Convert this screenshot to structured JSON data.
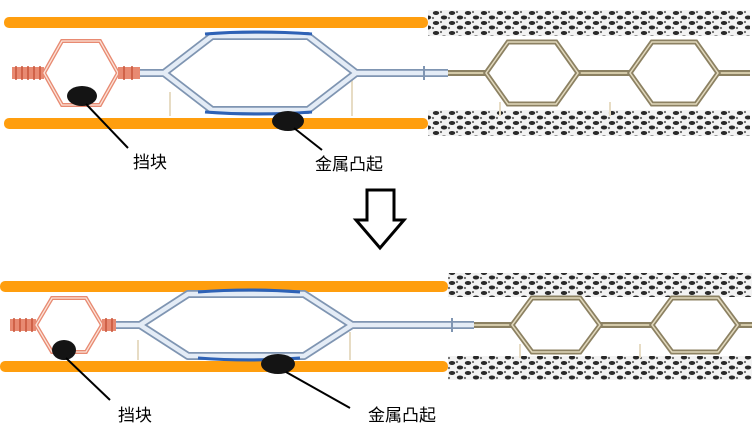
{
  "panels": [
    {
      "id": "before",
      "labels": {
        "block": "挡块",
        "bump": "金属凸起"
      }
    },
    {
      "id": "after",
      "labels": {
        "block": "挡块",
        "bump": "金属凸起"
      }
    }
  ],
  "arrow": {
    "direction": "down",
    "shape": "hollow-arrow-icon"
  },
  "colors": {
    "rail": "#ff9e0e",
    "tube_fill": "#dfe8f3",
    "tube_edge": "#7f95b2",
    "bump_strip": "#2e62b6",
    "blob": "#141414",
    "hex_red": "#e88a72",
    "hex_red_dark": "#c8553b",
    "hex_brown": "#8c8162",
    "mesh_dark": "#2a2a2a",
    "mesh_light": "#f2f2f2"
  }
}
